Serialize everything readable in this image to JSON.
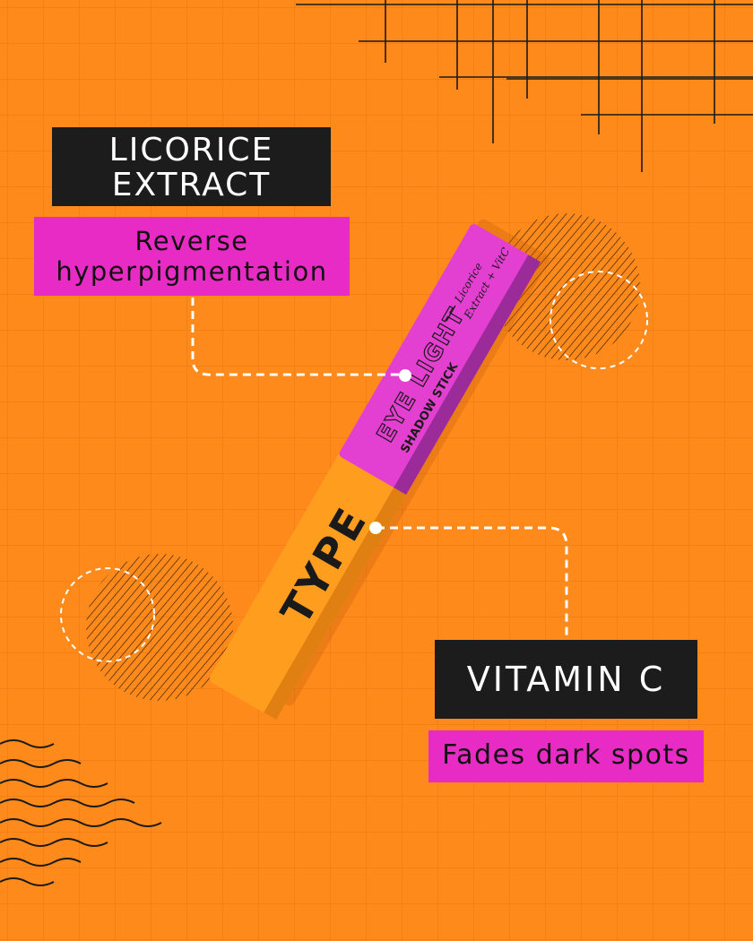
{
  "background": {
    "color": "#ff8a1c",
    "grid_color": "#e07510"
  },
  "product": {
    "cap_color": "#e33fd0",
    "body_color": "#ff9d1e",
    "brand": "TYPE",
    "name": "EYE LIGHT",
    "subtitle": "SHADOW STICK",
    "script_line1": "Licorice",
    "script_line2": "Extract + VitC"
  },
  "callouts": [
    {
      "title": "LICORICE EXTRACT",
      "title_lines": [
        "LICORICE",
        "EXTRACT"
      ],
      "description": "Reverse hyperpigmentation",
      "description_lines": [
        "Reverse",
        "hyperpigmentation"
      ]
    },
    {
      "title": "VITAMIN C",
      "description": "Fades dark spots"
    }
  ],
  "colors": {
    "label_dark": "#1c1c1c",
    "label_pink": "#e92bc6",
    "line": "#ffffff"
  }
}
